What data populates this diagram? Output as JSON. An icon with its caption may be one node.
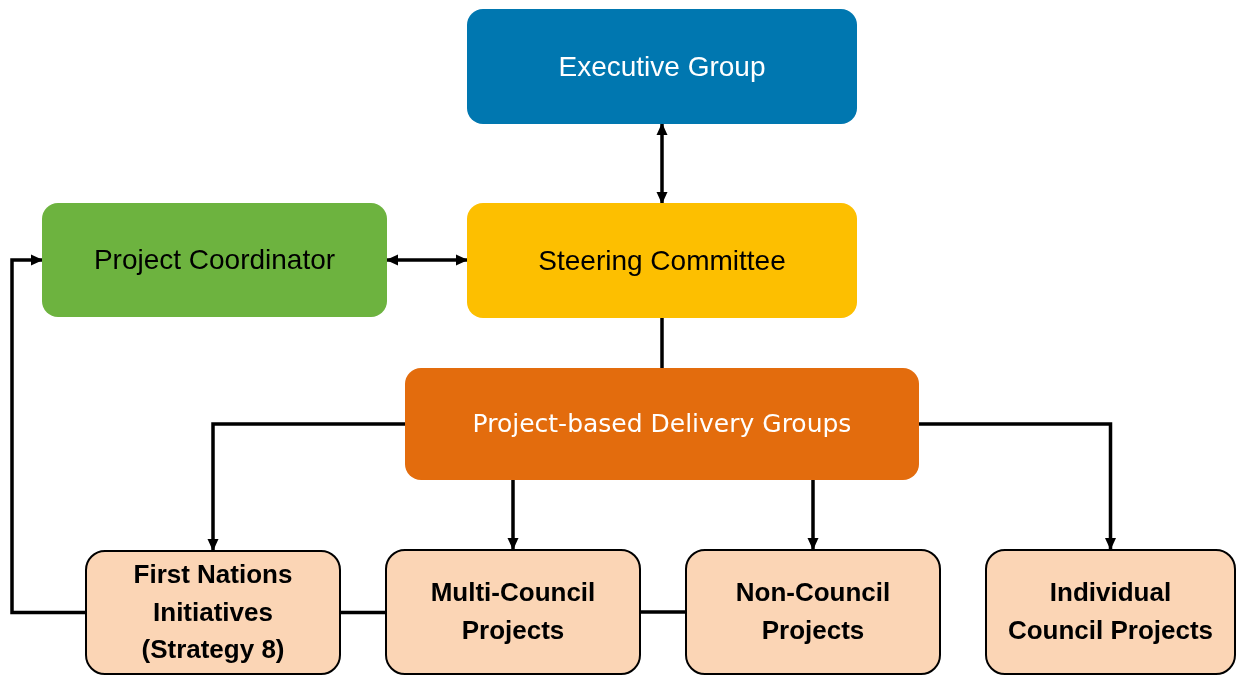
{
  "diagram": {
    "nodes": [
      {
        "text": [
          "Executive Group"
        ]
      },
      {
        "text": [
          "Project Coordinator"
        ]
      },
      {
        "text": [
          "Steering Committee"
        ]
      },
      {
        "text": [
          "Project-based Delivery Groups"
        ]
      },
      {
        "text": [
          "First Nations Initiatives (Strategy 8)"
        ]
      },
      {
        "text": [
          "Multi-Council Projects"
        ]
      },
      {
        "text": [
          "Non-Council Projects"
        ]
      },
      {
        "text": [
          "Individual Council Projects"
        ]
      }
    ],
    "edges": [
      {
        "from": 0,
        "to": 2,
        "arrow": "both"
      },
      {
        "from": 1,
        "to": 2,
        "arrow": "both"
      },
      {
        "from": 2,
        "to": 3,
        "arrow": "none"
      },
      {
        "from": 3,
        "to": 4,
        "arrow": "to"
      },
      {
        "from": 3,
        "to": 5,
        "arrow": "to"
      },
      {
        "from": 3,
        "to": 6,
        "arrow": "to"
      },
      {
        "from": 3,
        "to": 7,
        "arrow": "to"
      },
      {
        "from": 4,
        "to": 1,
        "arrow": "to"
      },
      {
        "from": 4,
        "to": 5,
        "arrow": "none"
      },
      {
        "from": 5,
        "to": 6,
        "arrow": "none"
      }
    ]
  }
}
